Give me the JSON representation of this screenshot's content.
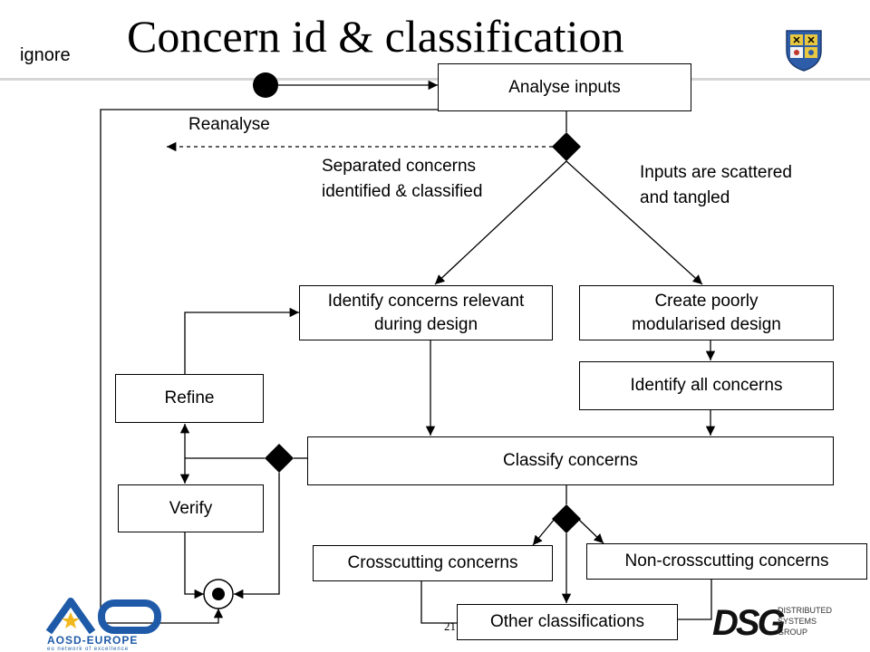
{
  "header": {
    "title": "Concern id & classification",
    "ignore_label": "ignore",
    "page_number": "21"
  },
  "nodes": {
    "analyse_inputs": "Analyse inputs",
    "identify_relevant": "Identify concerns relevant\nduring design",
    "create_poorly": "Create poorly\nmodularised design",
    "identify_all": "Identify all concerns",
    "refine": "Refine",
    "verify": "Verify",
    "classify": "Classify concerns",
    "crosscutting": "Crosscutting concerns",
    "non_crosscutting": "Non-crosscutting concerns",
    "other": "Other classifications"
  },
  "labels": {
    "reanalyse": "Reanalyse",
    "separated": "Separated concerns\nidentified & classified",
    "scattered": "Inputs are scattered\nand tangled"
  },
  "logos": {
    "aosd_text": "AOSD-EUROPE",
    "aosd_tagline": "eu network of excellence",
    "dsg_letters": "DSG",
    "dsg_text": "DISTRIBUTED\nSYSTEMS\nGROUP"
  },
  "colors": {
    "aosd_blue": "#1e5aa8",
    "aosd_gold": "#f2b71c",
    "crest_blue": "#2d5da8",
    "crest_gold": "#e8c840"
  }
}
